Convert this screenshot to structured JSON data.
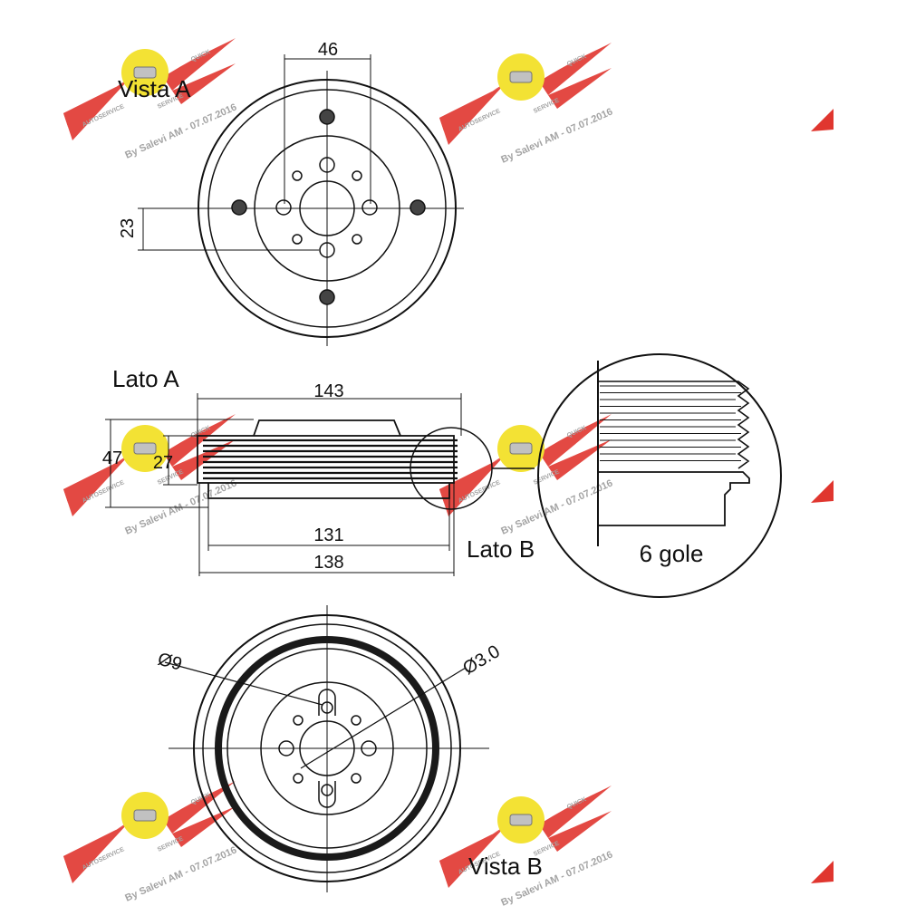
{
  "views": {
    "vista_a": "Vista A",
    "lato_a": "Lato A",
    "lato_b": "Lato B",
    "vista_b": "Vista B",
    "detail": "6 gole"
  },
  "dimensions": {
    "d46": "46",
    "d23": "23",
    "d143": "143",
    "d47": "47",
    "d27": "27",
    "d131": "131",
    "d138": "138",
    "dia9": "Ø9",
    "dia30": "Ø3.0"
  },
  "watermark": {
    "text": "By Salevi AM - 07.07.2016",
    "badge_top": "AUTOSERVICE",
    "badge_bottom": "SERVICE",
    "badge_side": "QUICK",
    "colors": {
      "wing": "#e0362f",
      "badge": "#f2df1f",
      "text": "#8c8c8c"
    }
  }
}
